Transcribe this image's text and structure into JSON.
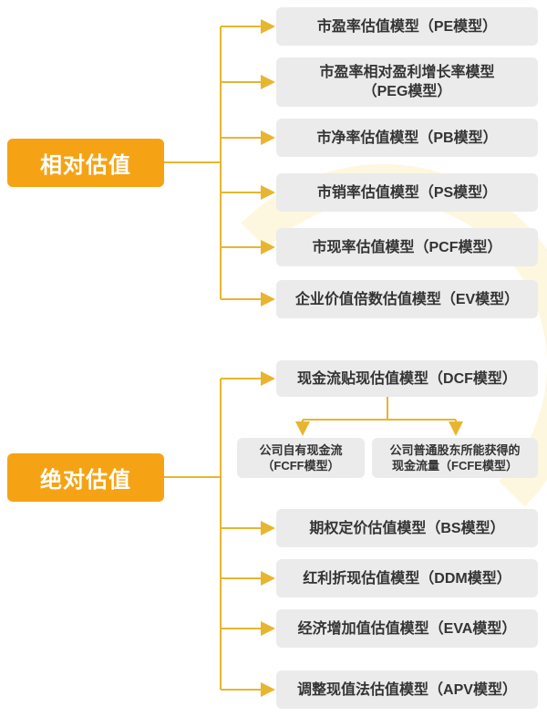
{
  "colors": {
    "accent": "#f5a315",
    "line": "#e8b530",
    "box": "#ebebeb",
    "text": "#333333"
  },
  "relative": {
    "label": "相对估值",
    "models": [
      "市盈率估值模型（PE模型）",
      "市盈率相对盈利增长率模型（PEG模型）",
      "市净率估值模型（PB模型）",
      "市销率估值模型（PS模型）",
      "市现率估值模型（PCF模型）",
      "企业价值倍数估值模型（EV模型）"
    ],
    "peg_line1": "市盈率相对盈利增长率模型",
    "peg_line2": "（PEG模型）"
  },
  "absolute": {
    "label": "绝对估值",
    "dcf": "现金流贴现估值模型（DCF模型）",
    "fcff": {
      "line1": "公司自有现金流",
      "line2": "（FCFF模型）"
    },
    "fcfe": {
      "line1": "公司普通股东所能获得的",
      "line2": "现金流量（FCFE模型）"
    },
    "models": [
      "期权定价估值模型（BS模型）",
      "红利折现估值模型（DDM模型）",
      "经济增加值估值模型（EVA模型）",
      "调整现值法估值模型（APV模型）"
    ]
  }
}
